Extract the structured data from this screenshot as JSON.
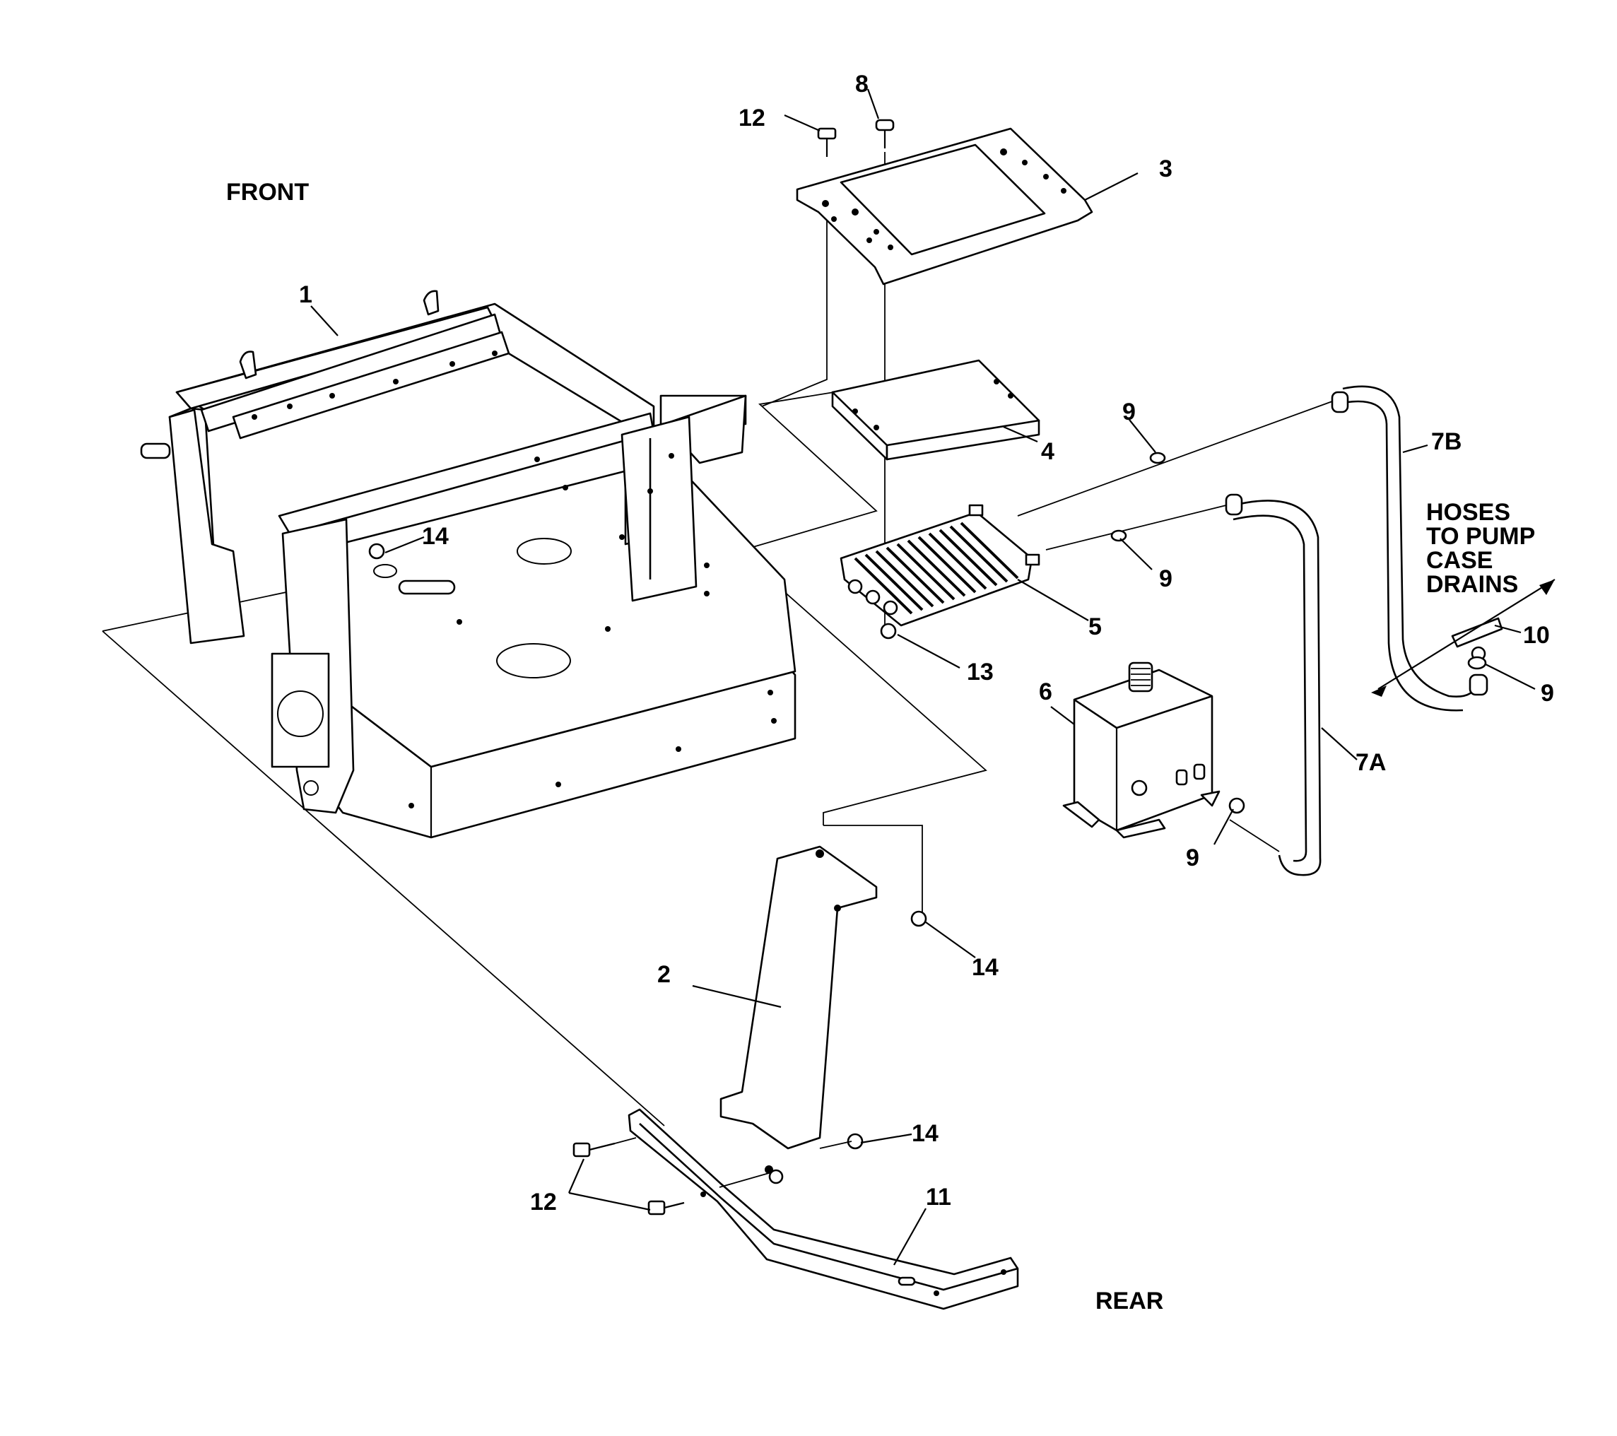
{
  "orientation": {
    "front": "FRONT",
    "rear": "REAR"
  },
  "note": {
    "line1": "HOSES",
    "line2": "TO PUMP",
    "line3": "CASE",
    "line4": "DRAINS"
  },
  "callouts": {
    "c1": "1",
    "c2": "2",
    "c3": "3",
    "c4": "4",
    "c5": "5",
    "c6": "6",
    "c7a": "7A",
    "c7b": "7B",
    "c8": "8",
    "c9a": "9",
    "c9b": "9",
    "c9c": "9",
    "c9d": "9",
    "c10": "10",
    "c11": "11",
    "c12a": "12",
    "c12b": "12",
    "c13": "13",
    "c14a": "14",
    "c14b": "14",
    "c14c": "14"
  }
}
